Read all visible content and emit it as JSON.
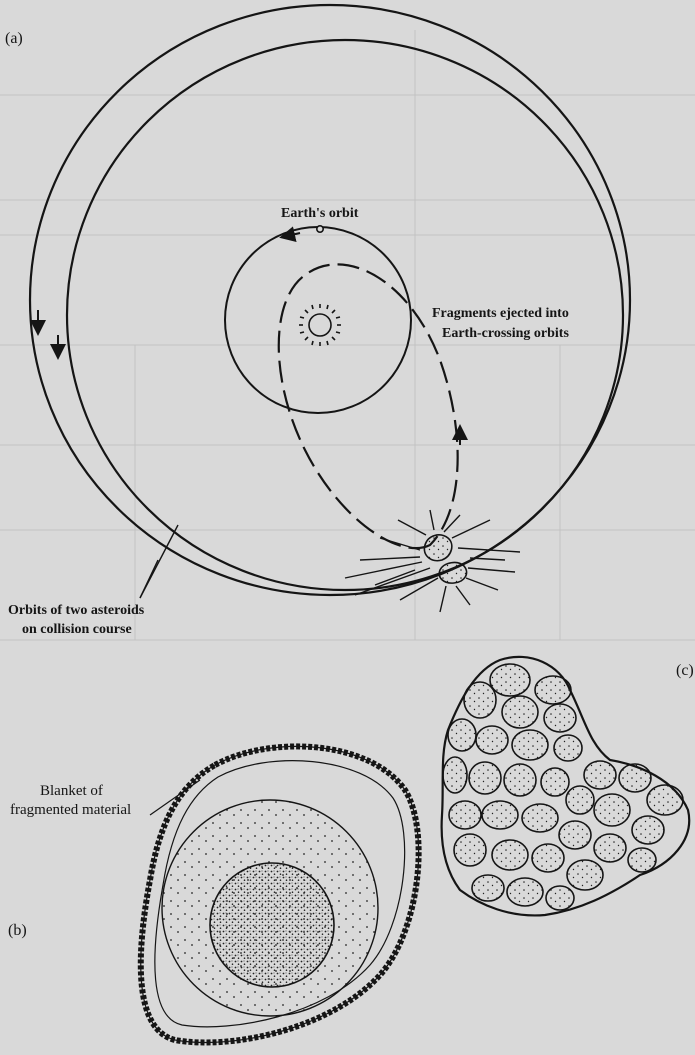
{
  "panels": {
    "a": {
      "letter": "(a)",
      "earth_orbit_label": "Earth's orbit",
      "fragments_label_line1": "Fragments ejected into",
      "fragments_label_line2": "Earth-crossing orbits",
      "asteroid_orbits_label_line1": "Orbits of two asteroids",
      "asteroid_orbits_label_line2": "on collision course"
    },
    "b": {
      "letter": "(b)",
      "blanket_label_line1": "Blanket of",
      "blanket_label_line2": "fragmented material"
    },
    "c": {
      "letter": "(c)"
    }
  },
  "colors": {
    "ink": "#151515",
    "paper": "#d9d9d9",
    "background_text": "#b8b8b8"
  }
}
